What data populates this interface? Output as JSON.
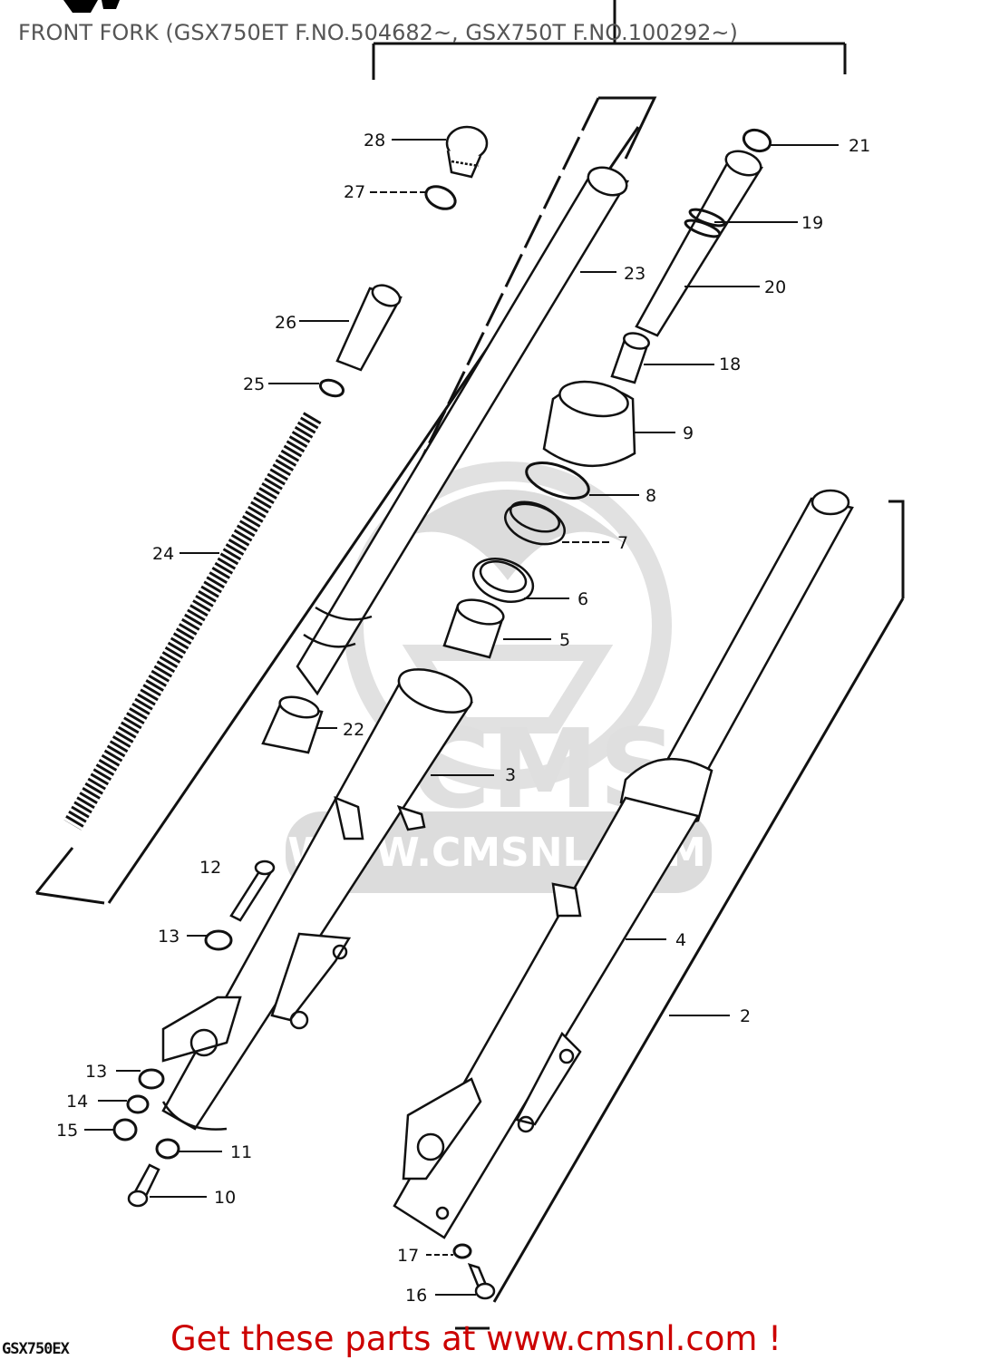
{
  "header": {
    "title": "FRONT FORK (GSX750ET F.NO.504682~, GSX750T F.NO.100292~)"
  },
  "watermark": {
    "brand": "CMS",
    "url": "WWW.CMSNL.COM"
  },
  "footer": {
    "cta_text": "Get these parts at www.cmsnl.com !",
    "model_code": "GSX750EX",
    "cta_color": "#cc0000"
  },
  "parts": [
    {
      "ref": "2",
      "label": "2"
    },
    {
      "ref": "3",
      "label": "3"
    },
    {
      "ref": "4",
      "label": "4"
    },
    {
      "ref": "5",
      "label": "5"
    },
    {
      "ref": "6",
      "label": "6"
    },
    {
      "ref": "7",
      "label": "7"
    },
    {
      "ref": "8",
      "label": "8"
    },
    {
      "ref": "9",
      "label": "9"
    },
    {
      "ref": "10",
      "label": "10"
    },
    {
      "ref": "11",
      "label": "11"
    },
    {
      "ref": "12",
      "label": "12"
    },
    {
      "ref": "13a",
      "label": "13"
    },
    {
      "ref": "13b",
      "label": "13"
    },
    {
      "ref": "14",
      "label": "14"
    },
    {
      "ref": "15",
      "label": "15"
    },
    {
      "ref": "16",
      "label": "16"
    },
    {
      "ref": "17",
      "label": "17"
    },
    {
      "ref": "18",
      "label": "18"
    },
    {
      "ref": "19",
      "label": "19"
    },
    {
      "ref": "20",
      "label": "20"
    },
    {
      "ref": "21",
      "label": "21"
    },
    {
      "ref": "22",
      "label": "22"
    },
    {
      "ref": "23",
      "label": "23"
    },
    {
      "ref": "24",
      "label": "24"
    },
    {
      "ref": "25",
      "label": "25"
    },
    {
      "ref": "26",
      "label": "26"
    },
    {
      "ref": "27",
      "label": "27"
    },
    {
      "ref": "28",
      "label": "28"
    }
  ]
}
